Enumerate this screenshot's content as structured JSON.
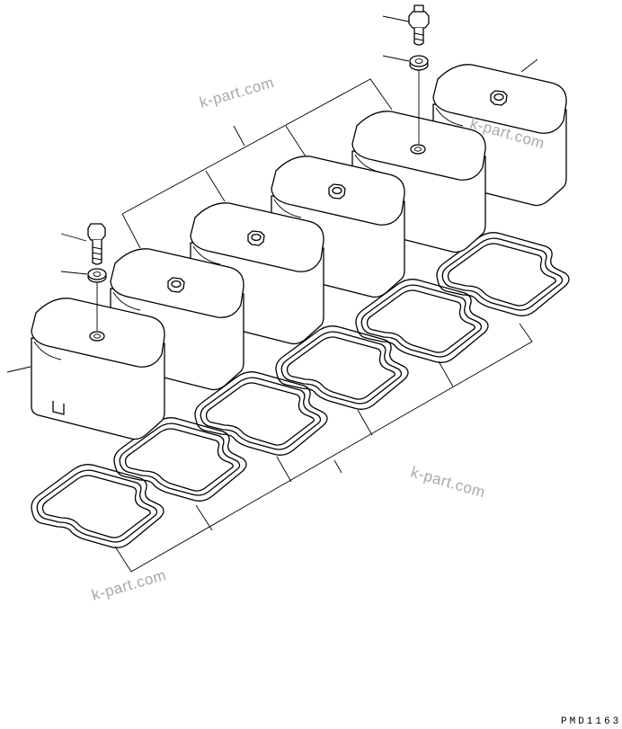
{
  "drawing": {
    "code": "PMD1163",
    "watermarks": [
      "k-part.com",
      "k-part.com",
      "k-part.com",
      "k-part.com"
    ],
    "parts": [
      {
        "name": "rocker-cover",
        "count": 6
      },
      {
        "name": "gasket",
        "count": 6
      },
      {
        "name": "bolt",
        "count": 2
      },
      {
        "name": "washer",
        "count": 2
      },
      {
        "name": "cap-nut",
        "count": 4
      }
    ]
  }
}
